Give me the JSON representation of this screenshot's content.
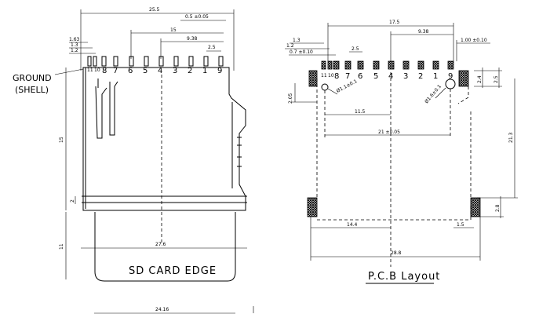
{
  "left_view": {
    "dims": {
      "overall_width": "25.5",
      "pin_offset": "0.5 ±0.05",
      "span_15": "15",
      "span_938": "9.38",
      "pitch_25": "2.5",
      "d163": "1.63",
      "d13": "1.3",
      "d12": "1.2",
      "height_15": "15",
      "d2": "2",
      "d11": "11",
      "card_width": "27.6"
    },
    "pins": [
      "11",
      "10",
      "8",
      "7",
      "6",
      "5",
      "4",
      "3",
      "2",
      "1",
      "9"
    ],
    "ground_label_1": "GROUND",
    "ground_label_2": "(SHELL)",
    "card_edge_label": "SD CARD EDGE",
    "bottom_dim": "24.16"
  },
  "right_view": {
    "dims": {
      "d175": "17.5",
      "d938": "9.38",
      "d13": "1.3",
      "d12": "1.2",
      "d07": "0.7 ±0.10",
      "d25": "2.5",
      "d100": "1.00 ±0.10",
      "d24": "2.4",
      "d25r": "2.5",
      "d205": "2.05",
      "hole1": "Ø1.1±0.1",
      "hole2": "Ø1.6±0.1",
      "d115": "11.5",
      "d21": "21 ±0.05",
      "d213": "21.3",
      "d28": "2.8",
      "d144": "14.4",
      "d15": "1.5",
      "d288": "28.8"
    },
    "pins": [
      "11",
      "10",
      "8",
      "7",
      "6",
      "5",
      "4",
      "3",
      "2",
      "1",
      "9"
    ],
    "layout_label": "P.C.B Layout"
  }
}
